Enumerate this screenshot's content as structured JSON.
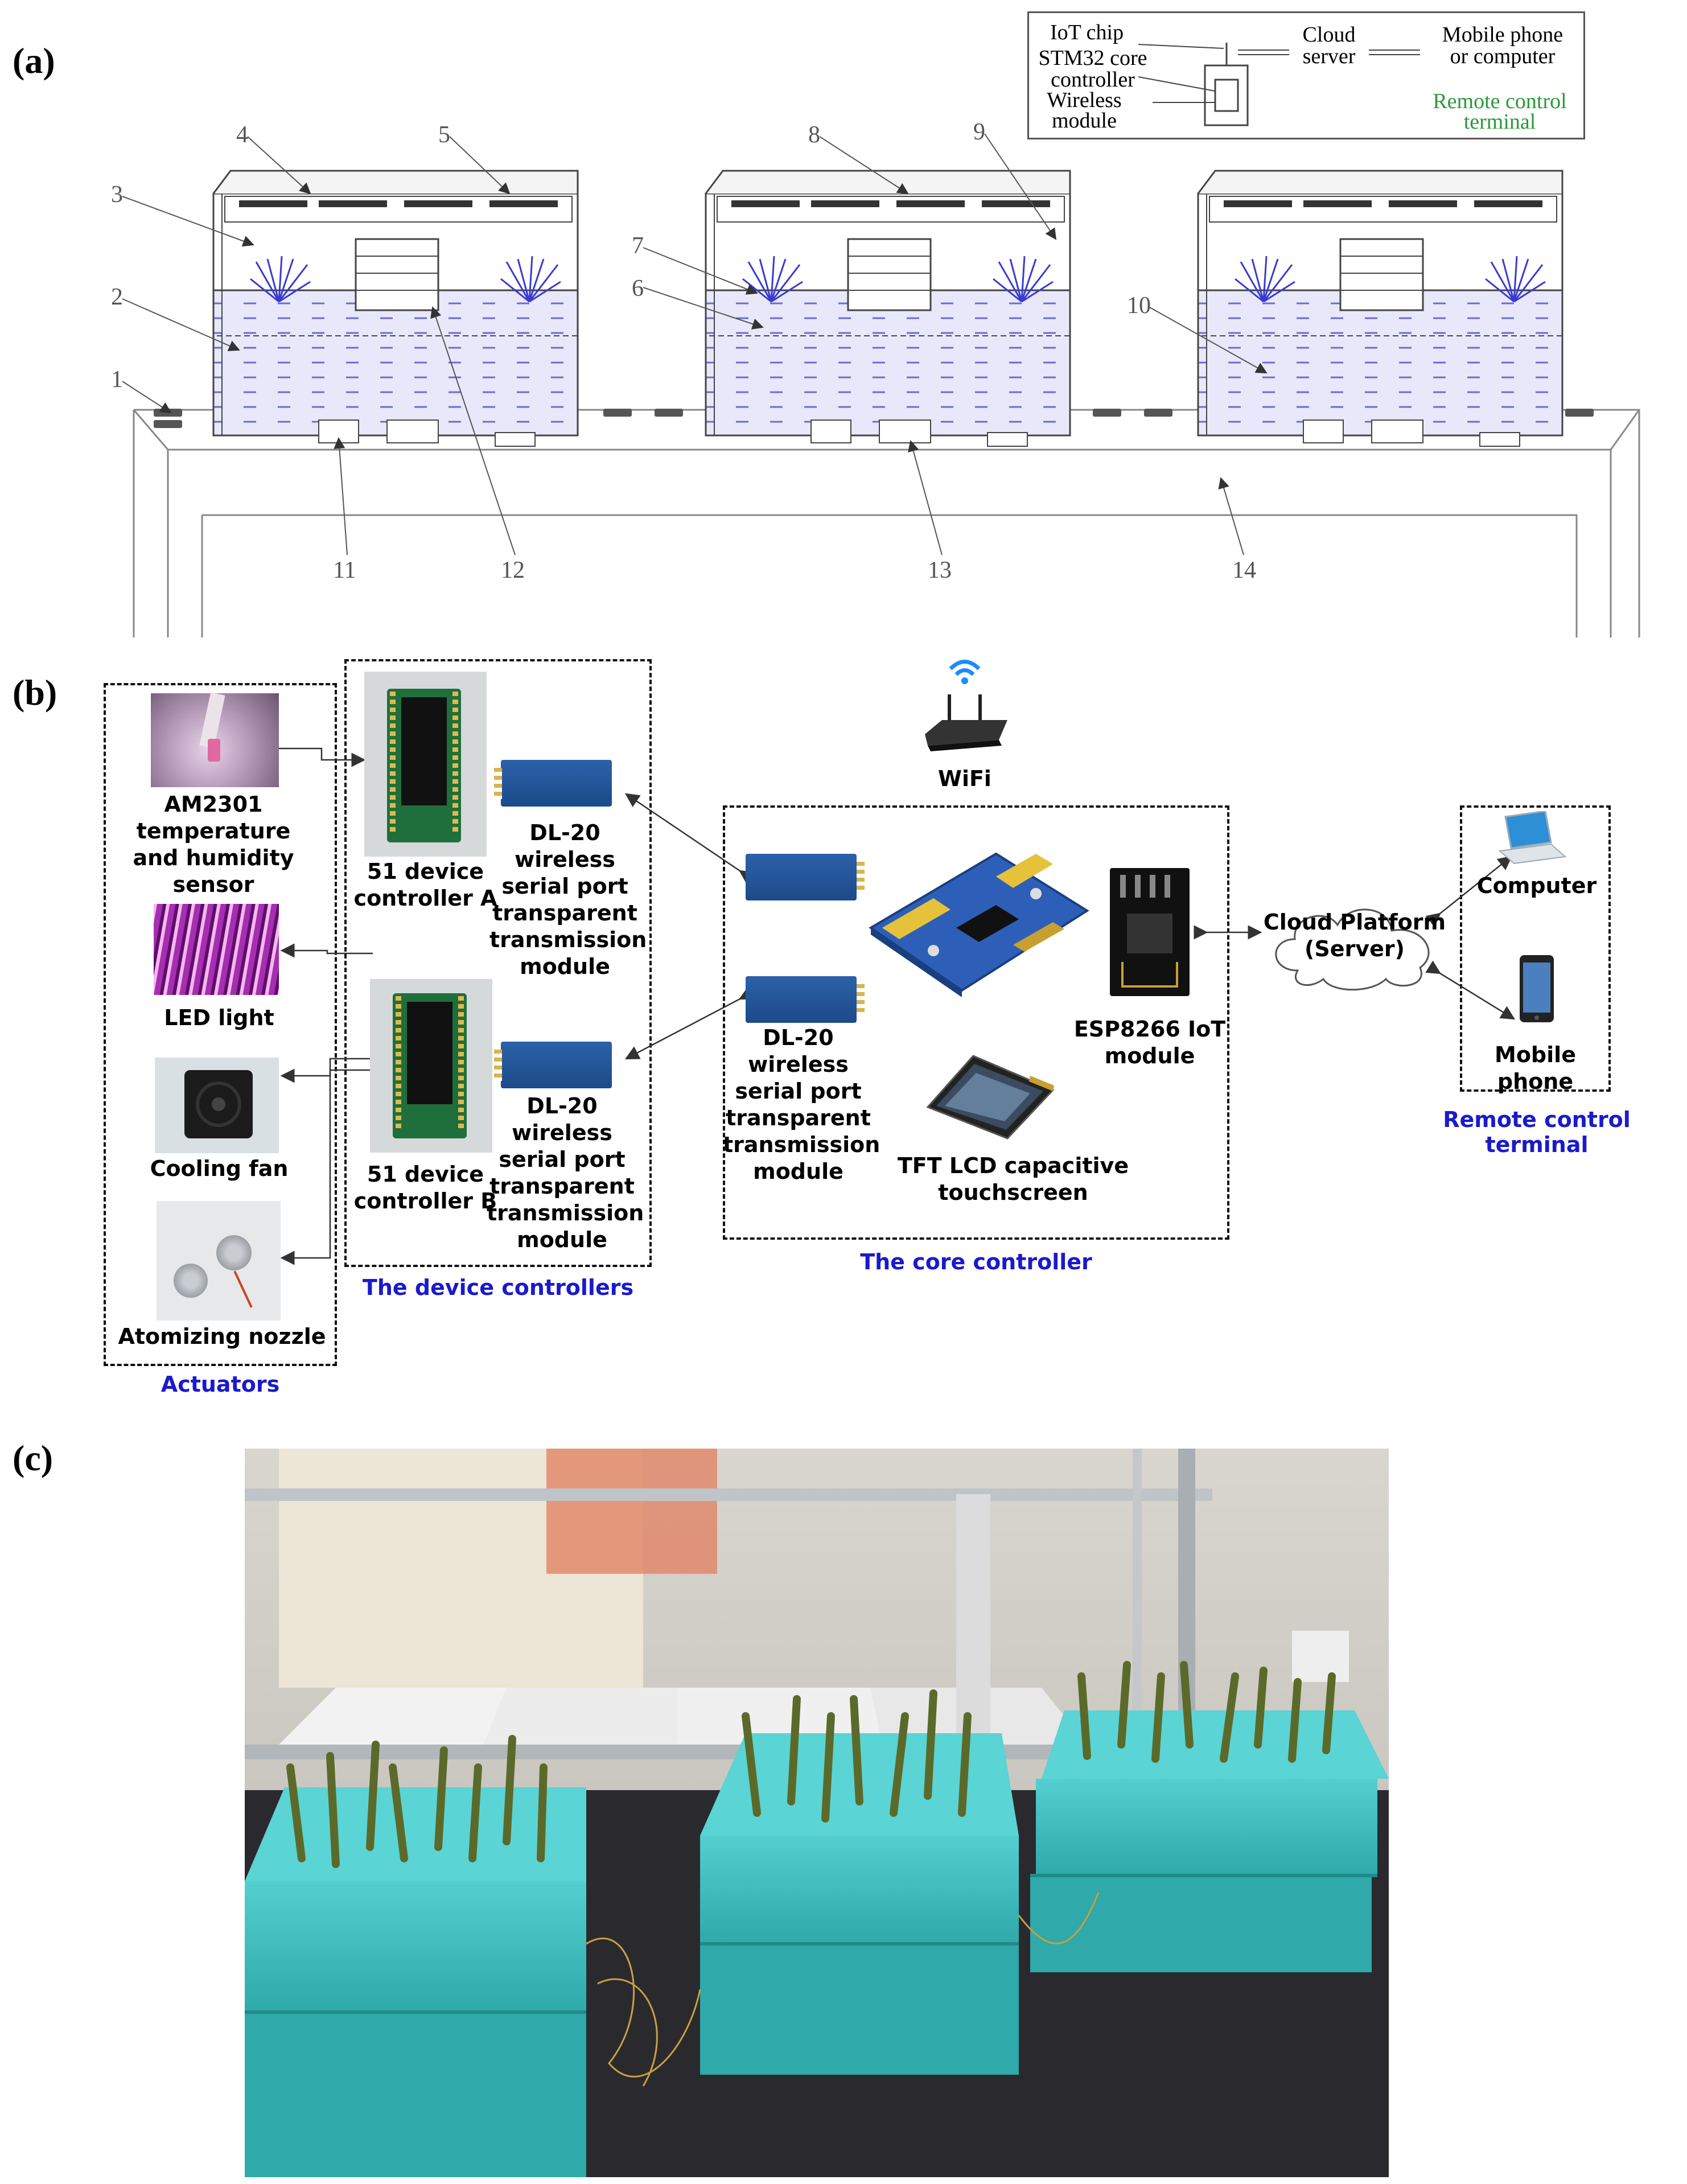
{
  "panels": {
    "a": "(a)",
    "b": "(b)",
    "c": "(c)"
  },
  "panel_a": {
    "callouts": [
      "1",
      "2",
      "3",
      "4",
      "5",
      "6",
      "7",
      "8",
      "9",
      "10",
      "11",
      "12",
      "13",
      "14"
    ],
    "inset": {
      "iot_chip": "IoT chip",
      "stm32": "STM32 core\ncontroller",
      "wireless": "Wireless\nmodule",
      "cloud": "Cloud\nserver",
      "mobile": "Mobile phone\nor computer",
      "remote": "Remote control\nterminal"
    }
  },
  "panel_b": {
    "sensor": "AM2301 temperature\nand humidity sensor",
    "led": "LED light",
    "fan": "Cooling fan",
    "nozzle": "Atomizing nozzle",
    "actuators": "Actuators",
    "controller_a": "51 device\ncontroller A",
    "controller_b": "51 device\ncontroller B",
    "dl20_a": "DL-20\nwireless\nserial port\ntransparent\ntransmission\nmodule",
    "dl20_b": "DL-20\nwireless\nserial port\ntransparent\ntransmission\nmodule",
    "dl20_core": "DL-20\nwireless\nserial port\ntransparent\ntransmission\nmodule",
    "device_controllers": "The device controllers",
    "wifi": "WiFi",
    "esp": "ESP8266 IoT\nmodule",
    "tft": "TFT LCD capacitive\ntouchscreen",
    "core": "The core controller",
    "cloud": "Cloud Platform\n(Server)",
    "computer": "Computer",
    "mobile": "Mobile phone",
    "remote": "Remote control terminal"
  },
  "colors": {
    "blue_caption": "#1a1acc",
    "green_caption": "#2a9a3a",
    "water": "#dcdcf4",
    "root": "#3a3ad0",
    "tub": "#3fc4c4",
    "dark_floor": "#2a2a2e"
  }
}
